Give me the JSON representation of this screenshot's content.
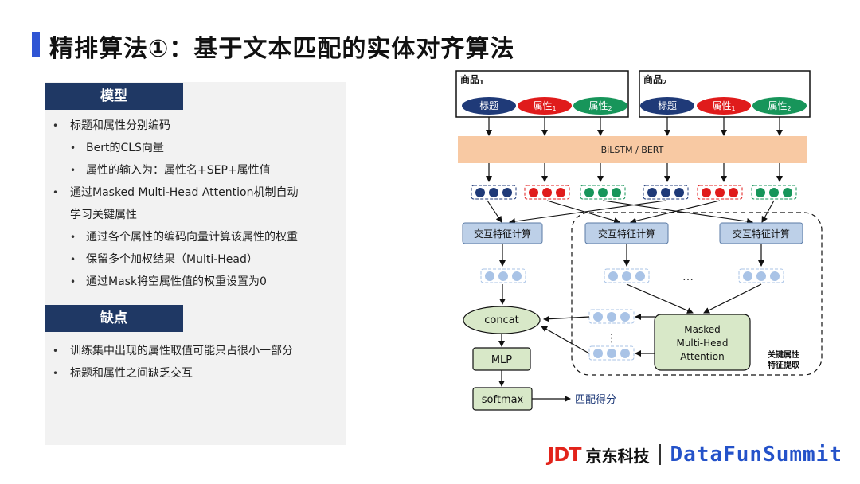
{
  "title": "精排算法①：基于文本匹配的实体对齐算法",
  "left": {
    "model_header": "模型",
    "model_lines": [
      "标题和属性分别编码",
      "Bert的CLS向量",
      "属性的输入为：属性名+SEP+属性值",
      "通过Masked Multi-Head Attention机制自动",
      "学习关键属性",
      "通过各个属性的编码向量计算该属性的权重",
      "保留多个加权结果（Multi-Head）",
      "通过Mask将空属性值的权重设置为0"
    ],
    "cons_header": "缺点",
    "cons_lines": [
      "训练集中出现的属性取值可能只占很小一部分",
      "标题和属性之间缺乏交互"
    ]
  },
  "diagram": {
    "product1": "商品",
    "product1_sub": "1",
    "product2": "商品",
    "product2_sub": "2",
    "title_label": "标题",
    "attr_label": "属性",
    "attr1_sub": "1",
    "attr2_sub": "2",
    "encoder": "BiLSTM / BERT",
    "interact": "交互特征计算",
    "ellipsis": "…",
    "vdots": "⋮",
    "concat": "concat",
    "mlp": "MLP",
    "softmax": "softmax",
    "mmha_line1": "Masked",
    "mmha_line2": "Multi-Head",
    "mmha_line3": "Attention",
    "key_attr_line1": "关键属性",
    "key_attr_line2": "特征提取",
    "match_score": "匹配得分",
    "colors": {
      "navy": "#1f3a78",
      "red": "#e01b1b",
      "green": "#17955a",
      "encoder": "#f8c9a3",
      "node_blue": "#bdd0e8",
      "light_dot": "#a9c3e6",
      "mmha_green": "#d8e8c8"
    }
  },
  "footer": {
    "jdt": "JDT",
    "jd_cn": "京东科技",
    "datafun": "DataFunSummit"
  }
}
